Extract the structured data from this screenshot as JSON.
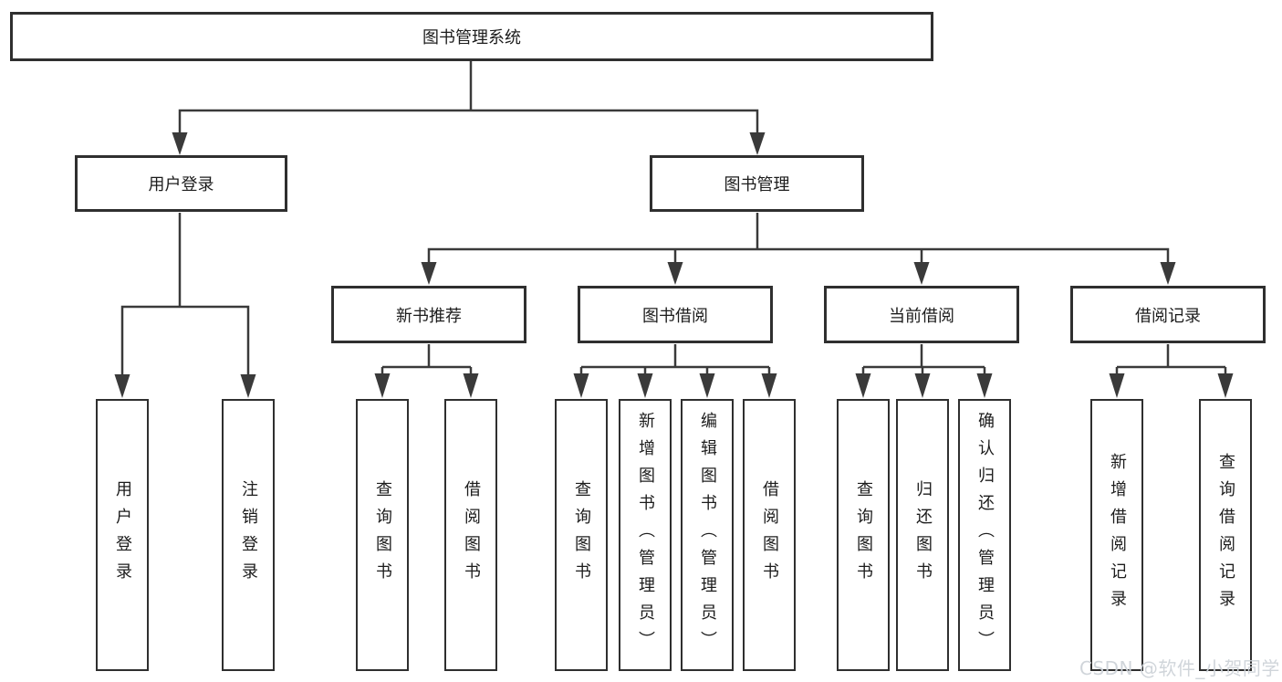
{
  "colors": {
    "line": "#3a3a3a",
    "box_border": "#2f2f2f",
    "text": "#1c1c1c",
    "background": "#ffffff",
    "watermark": "#ced3d9"
  },
  "tree": {
    "root": "图书管理系统",
    "branches": [
      {
        "label": "用户登录",
        "children": [
          "用户登录",
          "注销登录"
        ]
      },
      {
        "label": "图书管理",
        "groups": [
          {
            "label": "新书推荐",
            "children": [
              "查询图书",
              "借阅图书"
            ]
          },
          {
            "label": "图书借阅",
            "children": [
              "查询图书",
              "新增图书（管理员）",
              "编辑图书（管理员）",
              "借阅图书"
            ]
          },
          {
            "label": "当前借阅",
            "children": [
              "查询图书",
              "归还图书",
              "确认归还（管理员）"
            ]
          },
          {
            "label": "借阅记录",
            "children": [
              "新增借阅记录",
              "查询借阅记录"
            ]
          }
        ]
      }
    ]
  },
  "watermark": "CSDN @软件_小贺同学"
}
